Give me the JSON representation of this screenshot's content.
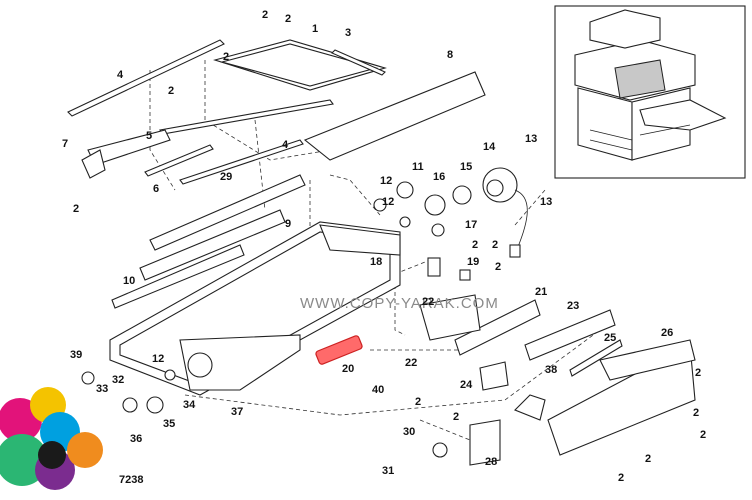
{
  "watermark": "WWW.COPY-YARAK.COM",
  "figure_number": "7238",
  "highlight_color": "#ff6a6a",
  "callouts": [
    "2",
    "2",
    "1",
    "3",
    "4",
    "2",
    "8",
    "2",
    "4",
    "7",
    "5",
    "6",
    "2",
    "29",
    "9",
    "10",
    "13",
    "14",
    "13",
    "11",
    "12",
    "16",
    "15",
    "12",
    "17",
    "2",
    "2",
    "18",
    "19",
    "2",
    "21",
    "22",
    "23",
    "39",
    "12",
    "32",
    "33",
    "34",
    "35",
    "36",
    "37",
    "20",
    "40",
    "22",
    "24",
    "25",
    "26",
    "38",
    "2",
    "2",
    "30",
    "28",
    "31",
    "2",
    "2",
    "2",
    "2",
    "2"
  ]
}
